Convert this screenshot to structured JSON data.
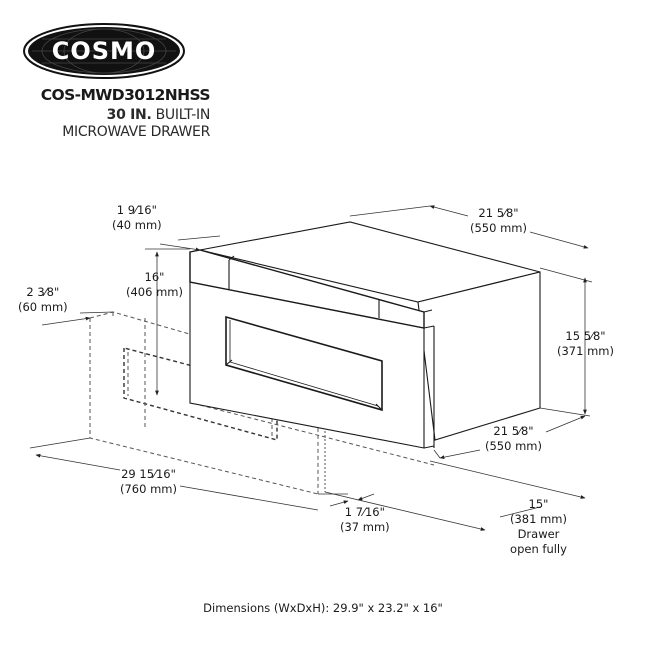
{
  "brand": {
    "logo_text": "COSMO",
    "logo_bg": "#111111",
    "logo_fg": "#ffffff"
  },
  "product": {
    "model": "COS-MWD3012NHSS",
    "size_bold": "30 IN.",
    "size_rest": " BUILT-IN",
    "type": "MICROWAVE DRAWER"
  },
  "dimensions": {
    "front_depth": {
      "inch": "1 9⁄16\"",
      "mm": "(40 mm)"
    },
    "height_front": {
      "inch": "16\"",
      "mm": "(406 mm)"
    },
    "cutout_lip": {
      "inch": "2 3⁄8\"",
      "mm": "(60 mm)"
    },
    "top_depth": {
      "inch": "21 5⁄8\"",
      "mm": "(550 mm)"
    },
    "side_height": {
      "inch": "15 5⁄8\"",
      "mm": "(371 mm)"
    },
    "bottom_depth": {
      "inch": "21 5⁄8\"",
      "mm": "(550 mm)"
    },
    "width": {
      "inch": "29 15⁄16\"",
      "mm": "(760 mm)"
    },
    "gap": {
      "inch": "1 7⁄16\"",
      "mm": "(37 mm)"
    },
    "drawer_open": {
      "inch": "15\"",
      "mm": "(381 mm)",
      "note1": "Drawer",
      "note2": "open fully"
    }
  },
  "footer": {
    "text": "Dimensions (WxDxH): 29.9\" x 23.2\" x 16\""
  }
}
